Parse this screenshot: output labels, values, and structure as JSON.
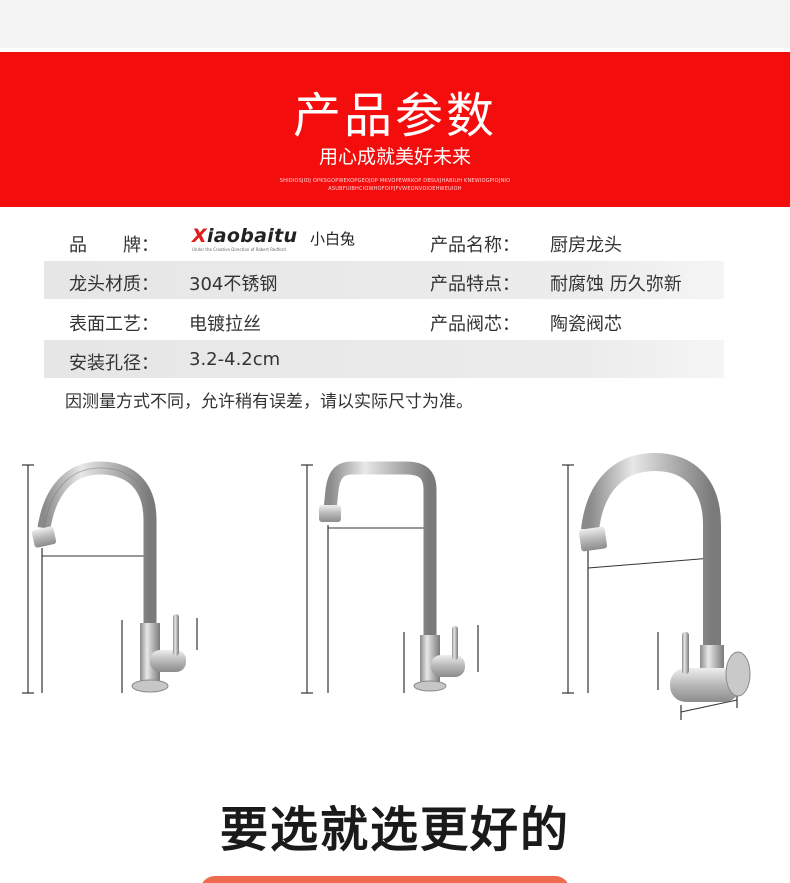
{
  "banner": {
    "title": "产品参数",
    "subtitle": "用心成就美好未来",
    "small_text": "SHIDIOSJIDJ OPKSGOPWEKOPGEOJOP MKVOPEWRKOP DBSUIJHABIUH KNEWIOGPIOJNIO ASUBFUIBHCIOWHOFOIPJFVWEONVDIOEHWEUIOH"
  },
  "specs": {
    "brand_label": "品　　牌：",
    "brand_logo_word_x": "X",
    "brand_logo_word_rest": "iaobaitu",
    "brand_logo_cn": "小白兔",
    "brand_logo_tagline": "Under the Creative Direction of Robert Redford",
    "product_name_label": "产品名称：",
    "product_name_value": "厨房龙头",
    "material_label": "龙头材质：",
    "material_value": "304不锈钢",
    "feature_label": "产品特点：",
    "feature_value": "耐腐蚀 历久弥新",
    "surface_label": "表面工艺：",
    "surface_value": "电镀拉丝",
    "valve_label": "产品阀芯：",
    "valve_value": "陶瓷阀芯",
    "hole_label": "安装孔径：",
    "hole_value": "3.2-4.2cm"
  },
  "note": "因测量方式不同，允许稍有误差，请以实际尺寸为准。",
  "slogan": "要选就选更好的",
  "colors": {
    "banner_red": "#f30d0d",
    "row_shade": "#e8e8e8",
    "logo_accent": "#e31b1b",
    "bottom_pill": "#ef6b4e"
  }
}
